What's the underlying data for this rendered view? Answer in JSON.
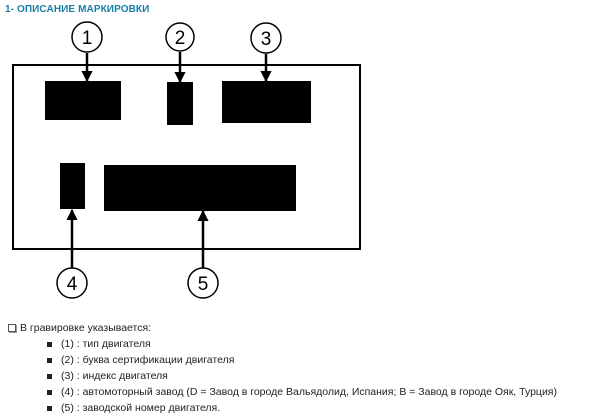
{
  "colors": {
    "title": "#1a7fa8",
    "diagram_stroke": "#000000",
    "block_fill": "#000000",
    "text": "#222222"
  },
  "header": {
    "title": "1- ОПИСАНИЕ МАРКИРОВКИ"
  },
  "diagram": {
    "callouts": [
      "1",
      "2",
      "3",
      "4",
      "5"
    ]
  },
  "notes": {
    "intro": "В гравировке указывается:",
    "items": [
      "(1) : тип двигателя",
      "(2) : буква сертификации двигателя",
      "(3) : индекс двигателя",
      "(4) : автомоторный завод (D = Завод в городе Вальядолид, Испания; B = Завод в городе Ояк, Турция)",
      "(5) : заводской номер двигателя."
    ]
  }
}
